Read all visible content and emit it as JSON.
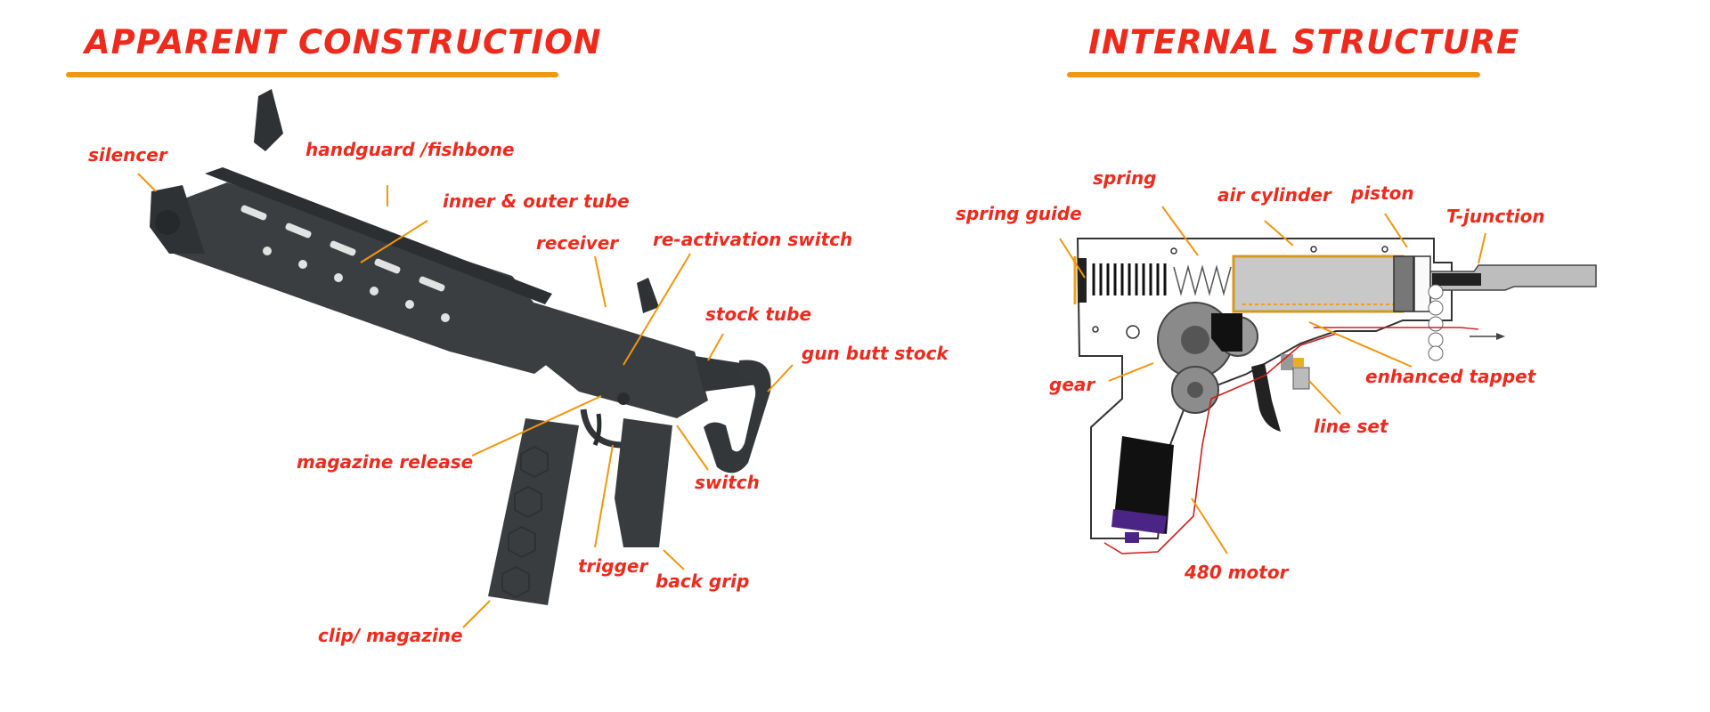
{
  "left_panel": {
    "title": "APPARENT CONSTRUCTION",
    "callouts": {
      "silencer": "silencer",
      "handguard": "handguard /fishbone",
      "inner_outer_tube": "inner & outer tube",
      "receiver": "receiver",
      "reactivation_switch": "re-activation switch",
      "stock_tube": "stock tube",
      "gun_butt_stock": "gun butt stock",
      "magazine_release": "magazine release",
      "switch": "switch",
      "trigger": "trigger",
      "back_grip": "back grip",
      "clip_magazine": "clip/ magazine"
    }
  },
  "right_panel": {
    "title": "INTERNAL STRUCTURE",
    "callouts": {
      "spring": "spring",
      "air_cylinder": "air cylinder",
      "piston": "piston",
      "t_junction": "T-junction",
      "spring_guide": "spring guide",
      "gear": "gear",
      "enhanced_tappet": "enhanced tappet",
      "line_set": "line set",
      "motor_480": "480 motor"
    }
  },
  "colors": {
    "label_red": "#ee2a1d",
    "leader_orange": "#f0960f",
    "gun_body": "#3b3e40",
    "cylinder_gray": "#c8c8c8",
    "motor_black": "#111111",
    "motor_cap_purple": "#4b2585",
    "wire_red": "#d11c1c"
  }
}
